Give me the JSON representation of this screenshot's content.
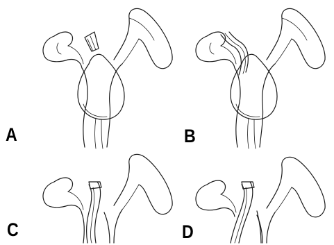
{
  "figure": {
    "panels": [
      {
        "id": "A",
        "label": "A"
      },
      {
        "id": "B",
        "label": "B"
      },
      {
        "id": "C",
        "label": "C"
      },
      {
        "id": "D",
        "label": "D"
      }
    ]
  },
  "colors": {
    "ink": "#1a1a1a",
    "background": "#ffffff",
    "label": "#000000"
  }
}
